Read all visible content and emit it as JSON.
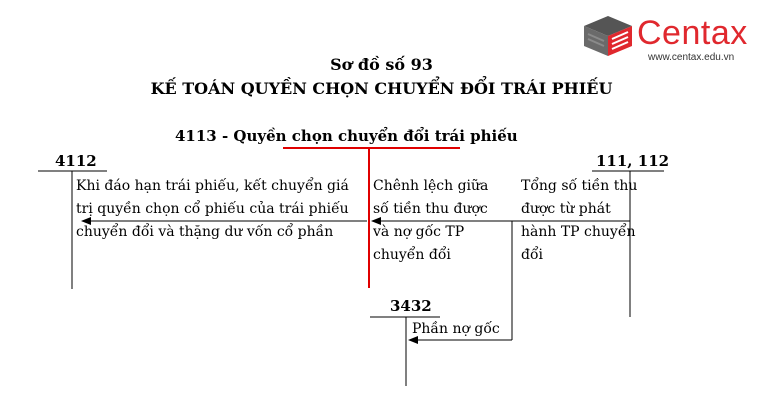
{
  "logo": {
    "brand": "Centax",
    "website": "www.centax.edu.vn",
    "accent_color": "#e0282e",
    "dark_color": "#555555"
  },
  "diagram": {
    "number_label": "Sơ đồ số 93",
    "title": "KẾ TOÁN QUYỀN CHỌN CHUYỂN ĐỔI TRÁI PHIẾU",
    "center_account": "4113 - Quyền chọn chuyển đổi trái phiếu",
    "left_account": "4112",
    "right_account": "111, 112",
    "bottom_account": "3432",
    "left_text": [
      "Khi đáo hạn trái phiếu, kết chuyển giá",
      "trị quyền chọn cổ phiếu của trái phiếu",
      "chuyển đổi và thặng dư vốn cổ phần"
    ],
    "middle_text": [
      "Chênh lệch giữa",
      "số tiền thu được",
      "và nợ gốc TP",
      "chuyển đổi"
    ],
    "right_text": [
      "Tổng số tiền thu",
      "được từ phát",
      "hành TP chuyển",
      "đổi"
    ],
    "bottom_text": "Phần nợ gốc",
    "highlight_color": "#e00000"
  }
}
